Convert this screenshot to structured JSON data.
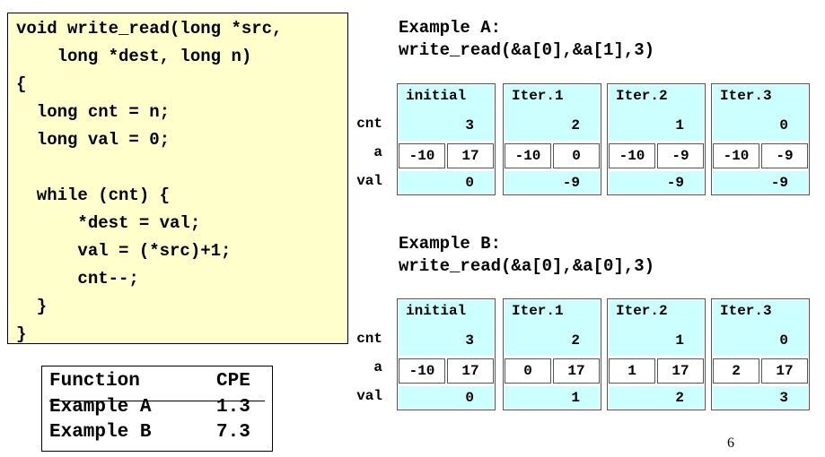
{
  "code": {
    "lines": [
      "void write_read(long *src,",
      "    long *dest, long n)",
      "{",
      "  long cnt = n;",
      "  long val = 0;",
      "",
      "  while (cnt) {",
      "      *dest = val;",
      "      val = (*src)+1;",
      "      cnt--;",
      "  }",
      "}"
    ]
  },
  "exampleA": {
    "title": "Example A:",
    "call": "write_read(&a[0],&a[1],3)",
    "row_labels": {
      "cnt": "cnt",
      "a": "a",
      "val": "val"
    },
    "panels": [
      {
        "name": "initial",
        "cnt": "3",
        "a0": "-10",
        "a1": "17",
        "val": "0"
      },
      {
        "name": "Iter.1",
        "cnt": "2",
        "a0": "-10",
        "a1": "0",
        "val": "-9"
      },
      {
        "name": "Iter.2",
        "cnt": "1",
        "a0": "-10",
        "a1": "-9",
        "val": "-9"
      },
      {
        "name": "Iter.3",
        "cnt": "0",
        "a0": "-10",
        "a1": "-9",
        "val": "-9"
      }
    ]
  },
  "exampleB": {
    "title": "Example B:",
    "call": "write_read(&a[0],&a[0],3)",
    "row_labels": {
      "cnt": "cnt",
      "a": "a",
      "val": "val"
    },
    "panels": [
      {
        "name": "initial",
        "cnt": "3",
        "a0": "-10",
        "a1": "17",
        "val": "0"
      },
      {
        "name": "Iter.1",
        "cnt": "2",
        "a0": "0",
        "a1": "17",
        "val": "1"
      },
      {
        "name": "Iter.2",
        "cnt": "1",
        "a0": "1",
        "a1": "17",
        "val": "2"
      },
      {
        "name": "Iter.3",
        "cnt": "0",
        "a0": "2",
        "a1": "17",
        "val": "3"
      }
    ]
  },
  "cpe_table": {
    "headers": [
      "Function",
      "CPE"
    ],
    "rows": [
      [
        "Example A",
        "1.3"
      ],
      [
        "Example B",
        "7.3"
      ]
    ]
  },
  "page_number": "6",
  "colors": {
    "code_bg": "#ffffcc",
    "panel_accent": "#ccffff"
  }
}
